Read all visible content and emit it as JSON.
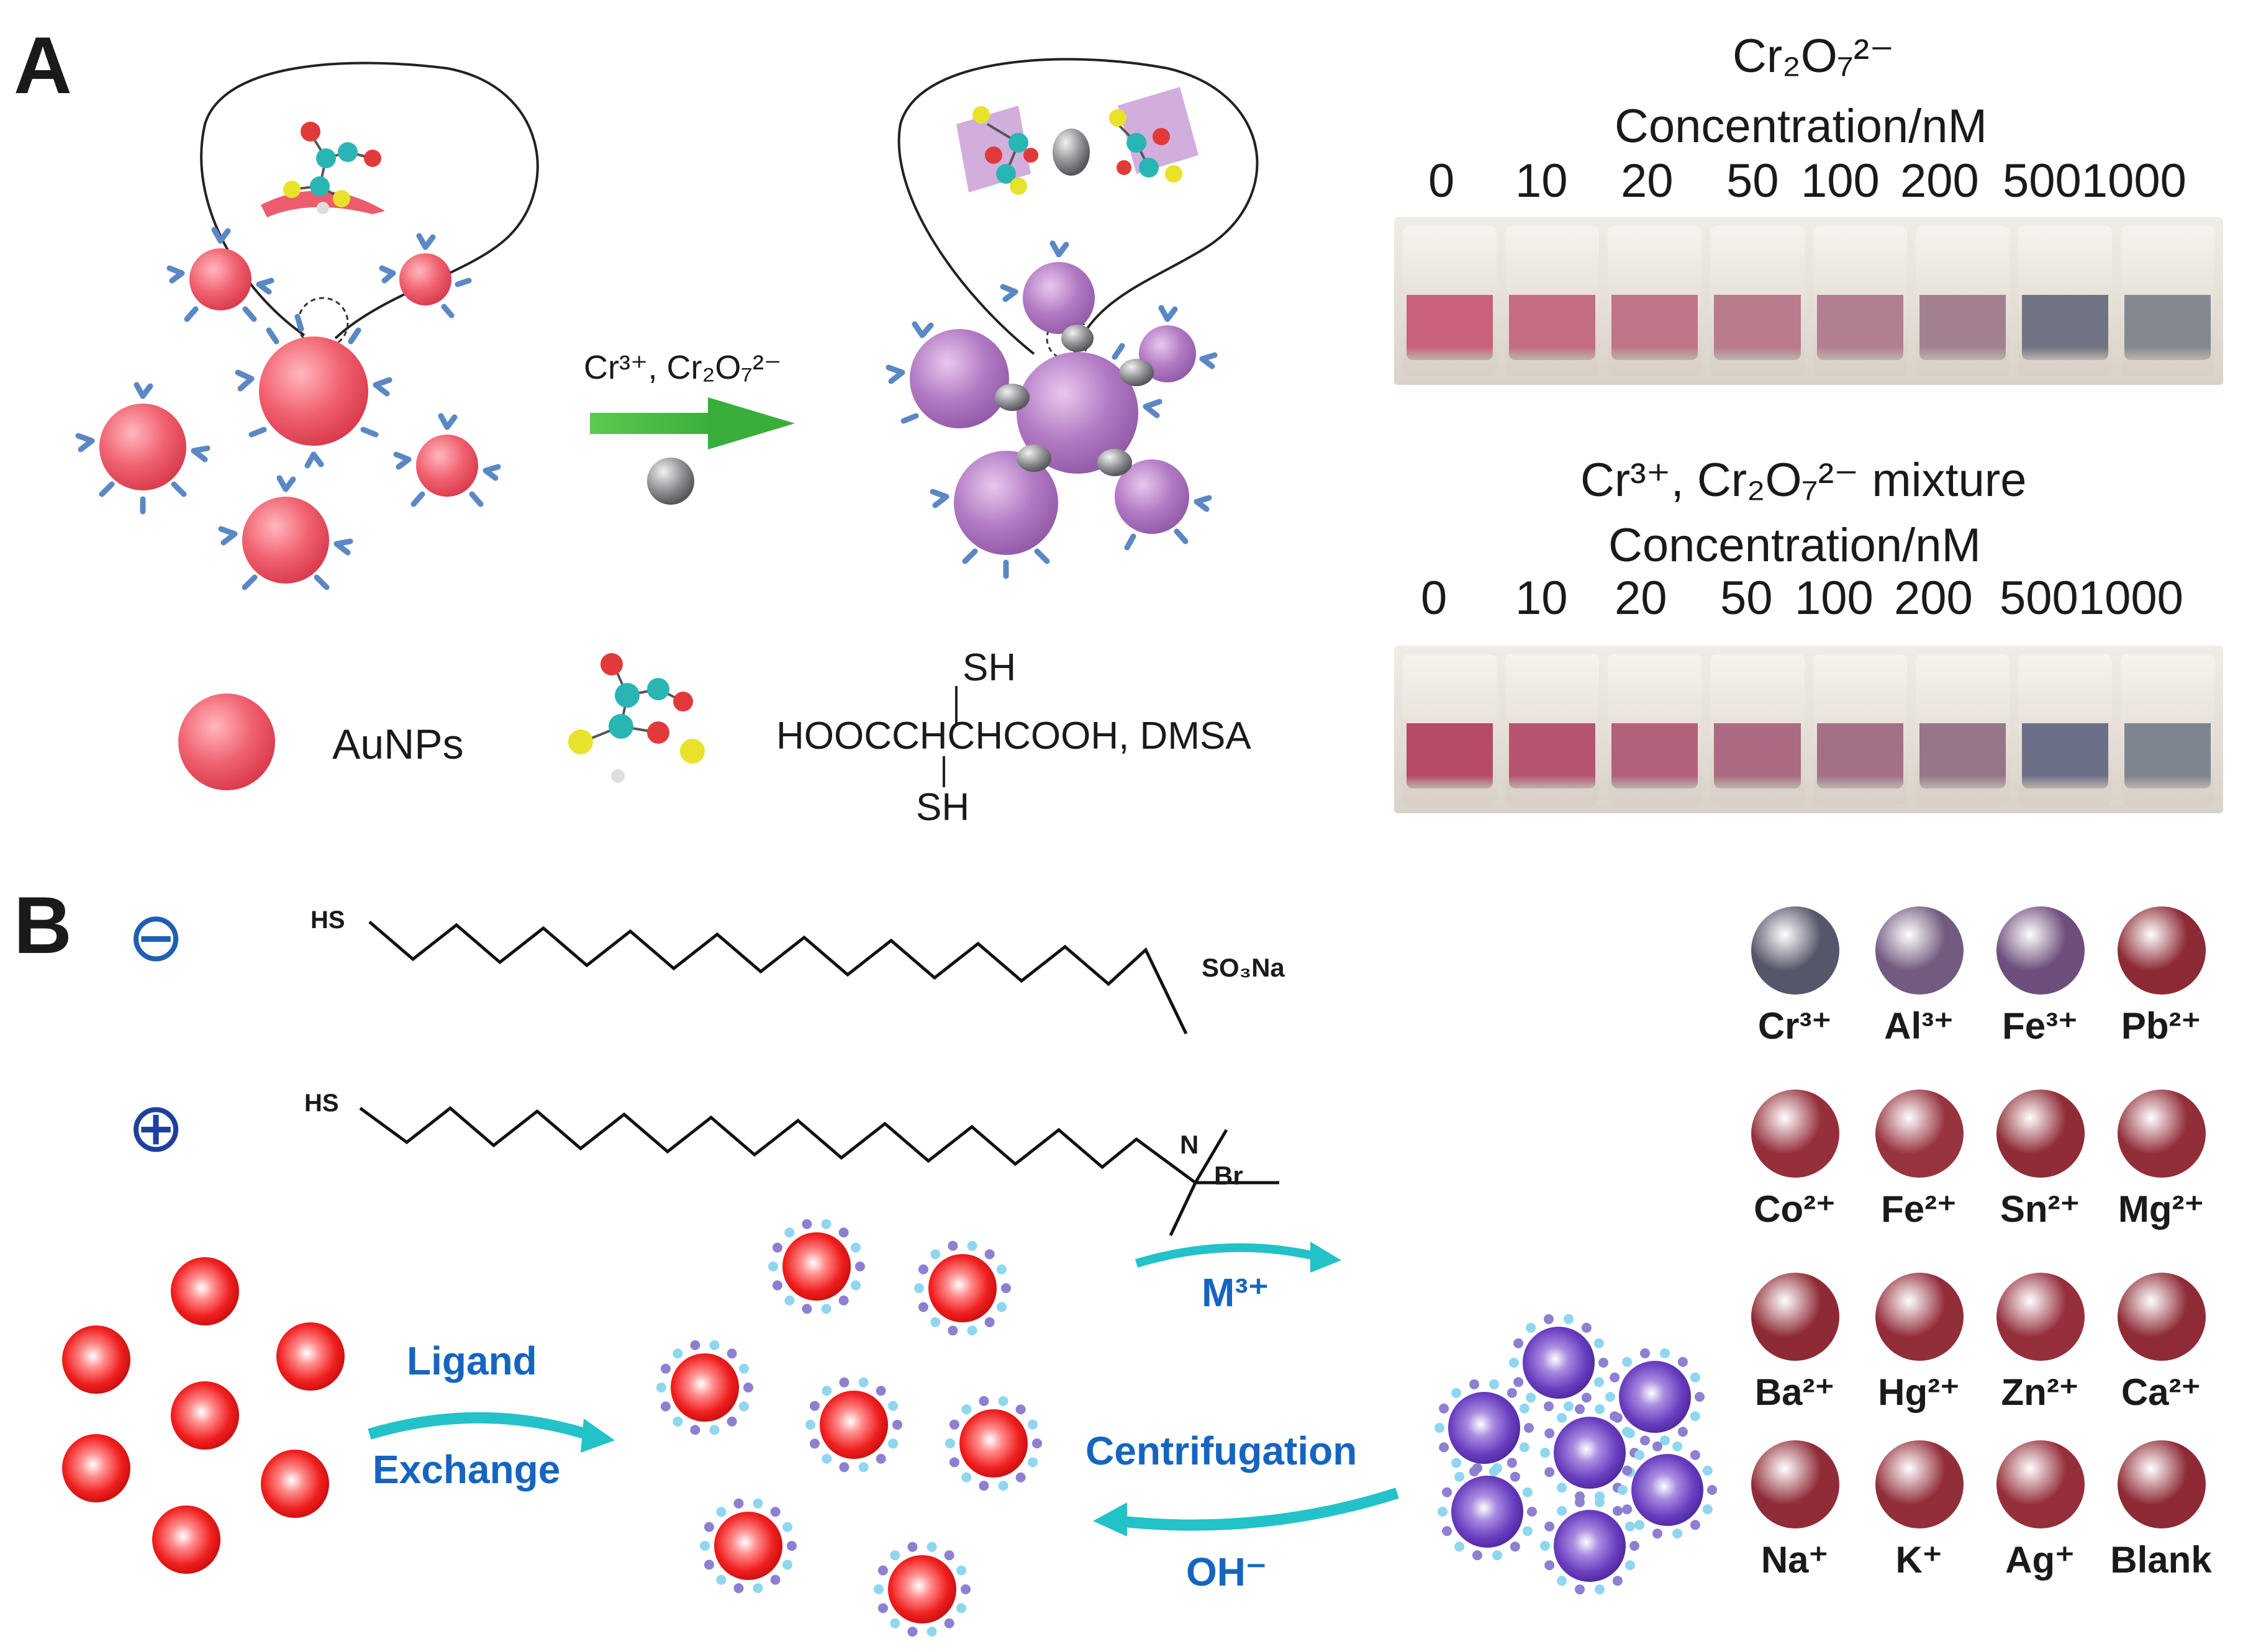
{
  "panels": {
    "a": "A",
    "b": "B"
  },
  "panel_a": {
    "reaction_label": "Cr³⁺, Cr₂O₇²⁻",
    "legend_aunps": "AuNPs",
    "dmsa_top_sh": "SH",
    "dmsa_formula": "HOOCCHCHCOOH, DMSA",
    "dmsa_bottom_sh": "SH",
    "vials_top": {
      "title": "Cr₂O₇²⁻",
      "subtitle": "Concentration/nM",
      "concentrations": [
        "0",
        "10",
        "20",
        "50",
        "100",
        "200",
        "5001000"
      ],
      "liquid_colors": [
        "#c9627a",
        "#c46c80",
        "#bf7587",
        "#b97a8c",
        "#b27e91",
        "#a38090",
        "#6f7383",
        "#838891"
      ]
    },
    "vials_bottom": {
      "title": "Cr³⁺, Cr₂O₇²⁻ mixture",
      "subtitle": "Concentration/nM",
      "concentrations": [
        "0",
        "10",
        "20",
        "50",
        "100",
        "200",
        "5001000"
      ],
      "liquid_colors": [
        "#b74a67",
        "#b55371",
        "#b2607b",
        "#ab6a81",
        "#a37086",
        "#967588",
        "#6c6f88",
        "#7f8491"
      ]
    }
  },
  "panel_b": {
    "minus_symbol": "⊖",
    "plus_symbol": "⊕",
    "ligand1_hs": "HS",
    "ligand1_end": "SO₃Na",
    "ligand2_hs": "HS",
    "ligand2_n": "N",
    "ligand2_br": "Br",
    "ligand_exchange_1": "Ligand",
    "ligand_exchange_2": "Exchange",
    "m3_label": "M³⁺",
    "centrifugation": "Centrifugation",
    "oh_label": "OH⁻",
    "ions": [
      {
        "label": "Cr³⁺",
        "color": "#56566b"
      },
      {
        "label": "Al³⁺",
        "color": "#735b80"
      },
      {
        "label": "Fe³⁺",
        "color": "#6e4e7c"
      },
      {
        "label": "Pb²⁺",
        "color": "#8c2a35"
      },
      {
        "label": "Co²⁺",
        "color": "#952f3b"
      },
      {
        "label": "Fe²⁺",
        "color": "#973440"
      },
      {
        "label": "Sn²⁺",
        "color": "#8e2c37"
      },
      {
        "label": "Mg²⁺",
        "color": "#922e3a"
      },
      {
        "label": "Ba²⁺",
        "color": "#8e2a35"
      },
      {
        "label": "Hg²⁺",
        "color": "#922d3a"
      },
      {
        "label": "Zn²⁺",
        "color": "#952f3c"
      },
      {
        "label": "Ca²⁺",
        "color": "#8e2b36"
      },
      {
        "label": "Na⁺",
        "color": "#8f2c37"
      },
      {
        "label": "K⁺",
        "color": "#922e39"
      },
      {
        "label": "Ag⁺",
        "color": "#952f3b"
      },
      {
        "label": "Blank",
        "color": "#8d2a35"
      }
    ]
  }
}
